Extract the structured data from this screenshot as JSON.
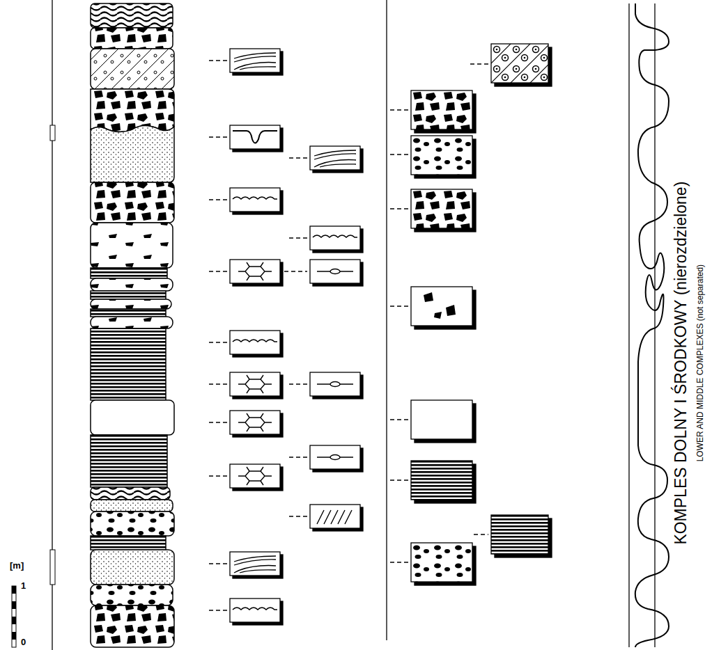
{
  "diagram": {
    "labels": [
      "[m]",
      "1",
      "0",
      "KOMPLES DOLNY I ŚRODKOWY (nierozdzielone)",
      "LOWER AND MIDDLE COMPLEXES (not separated)"
    ]
  }
}
